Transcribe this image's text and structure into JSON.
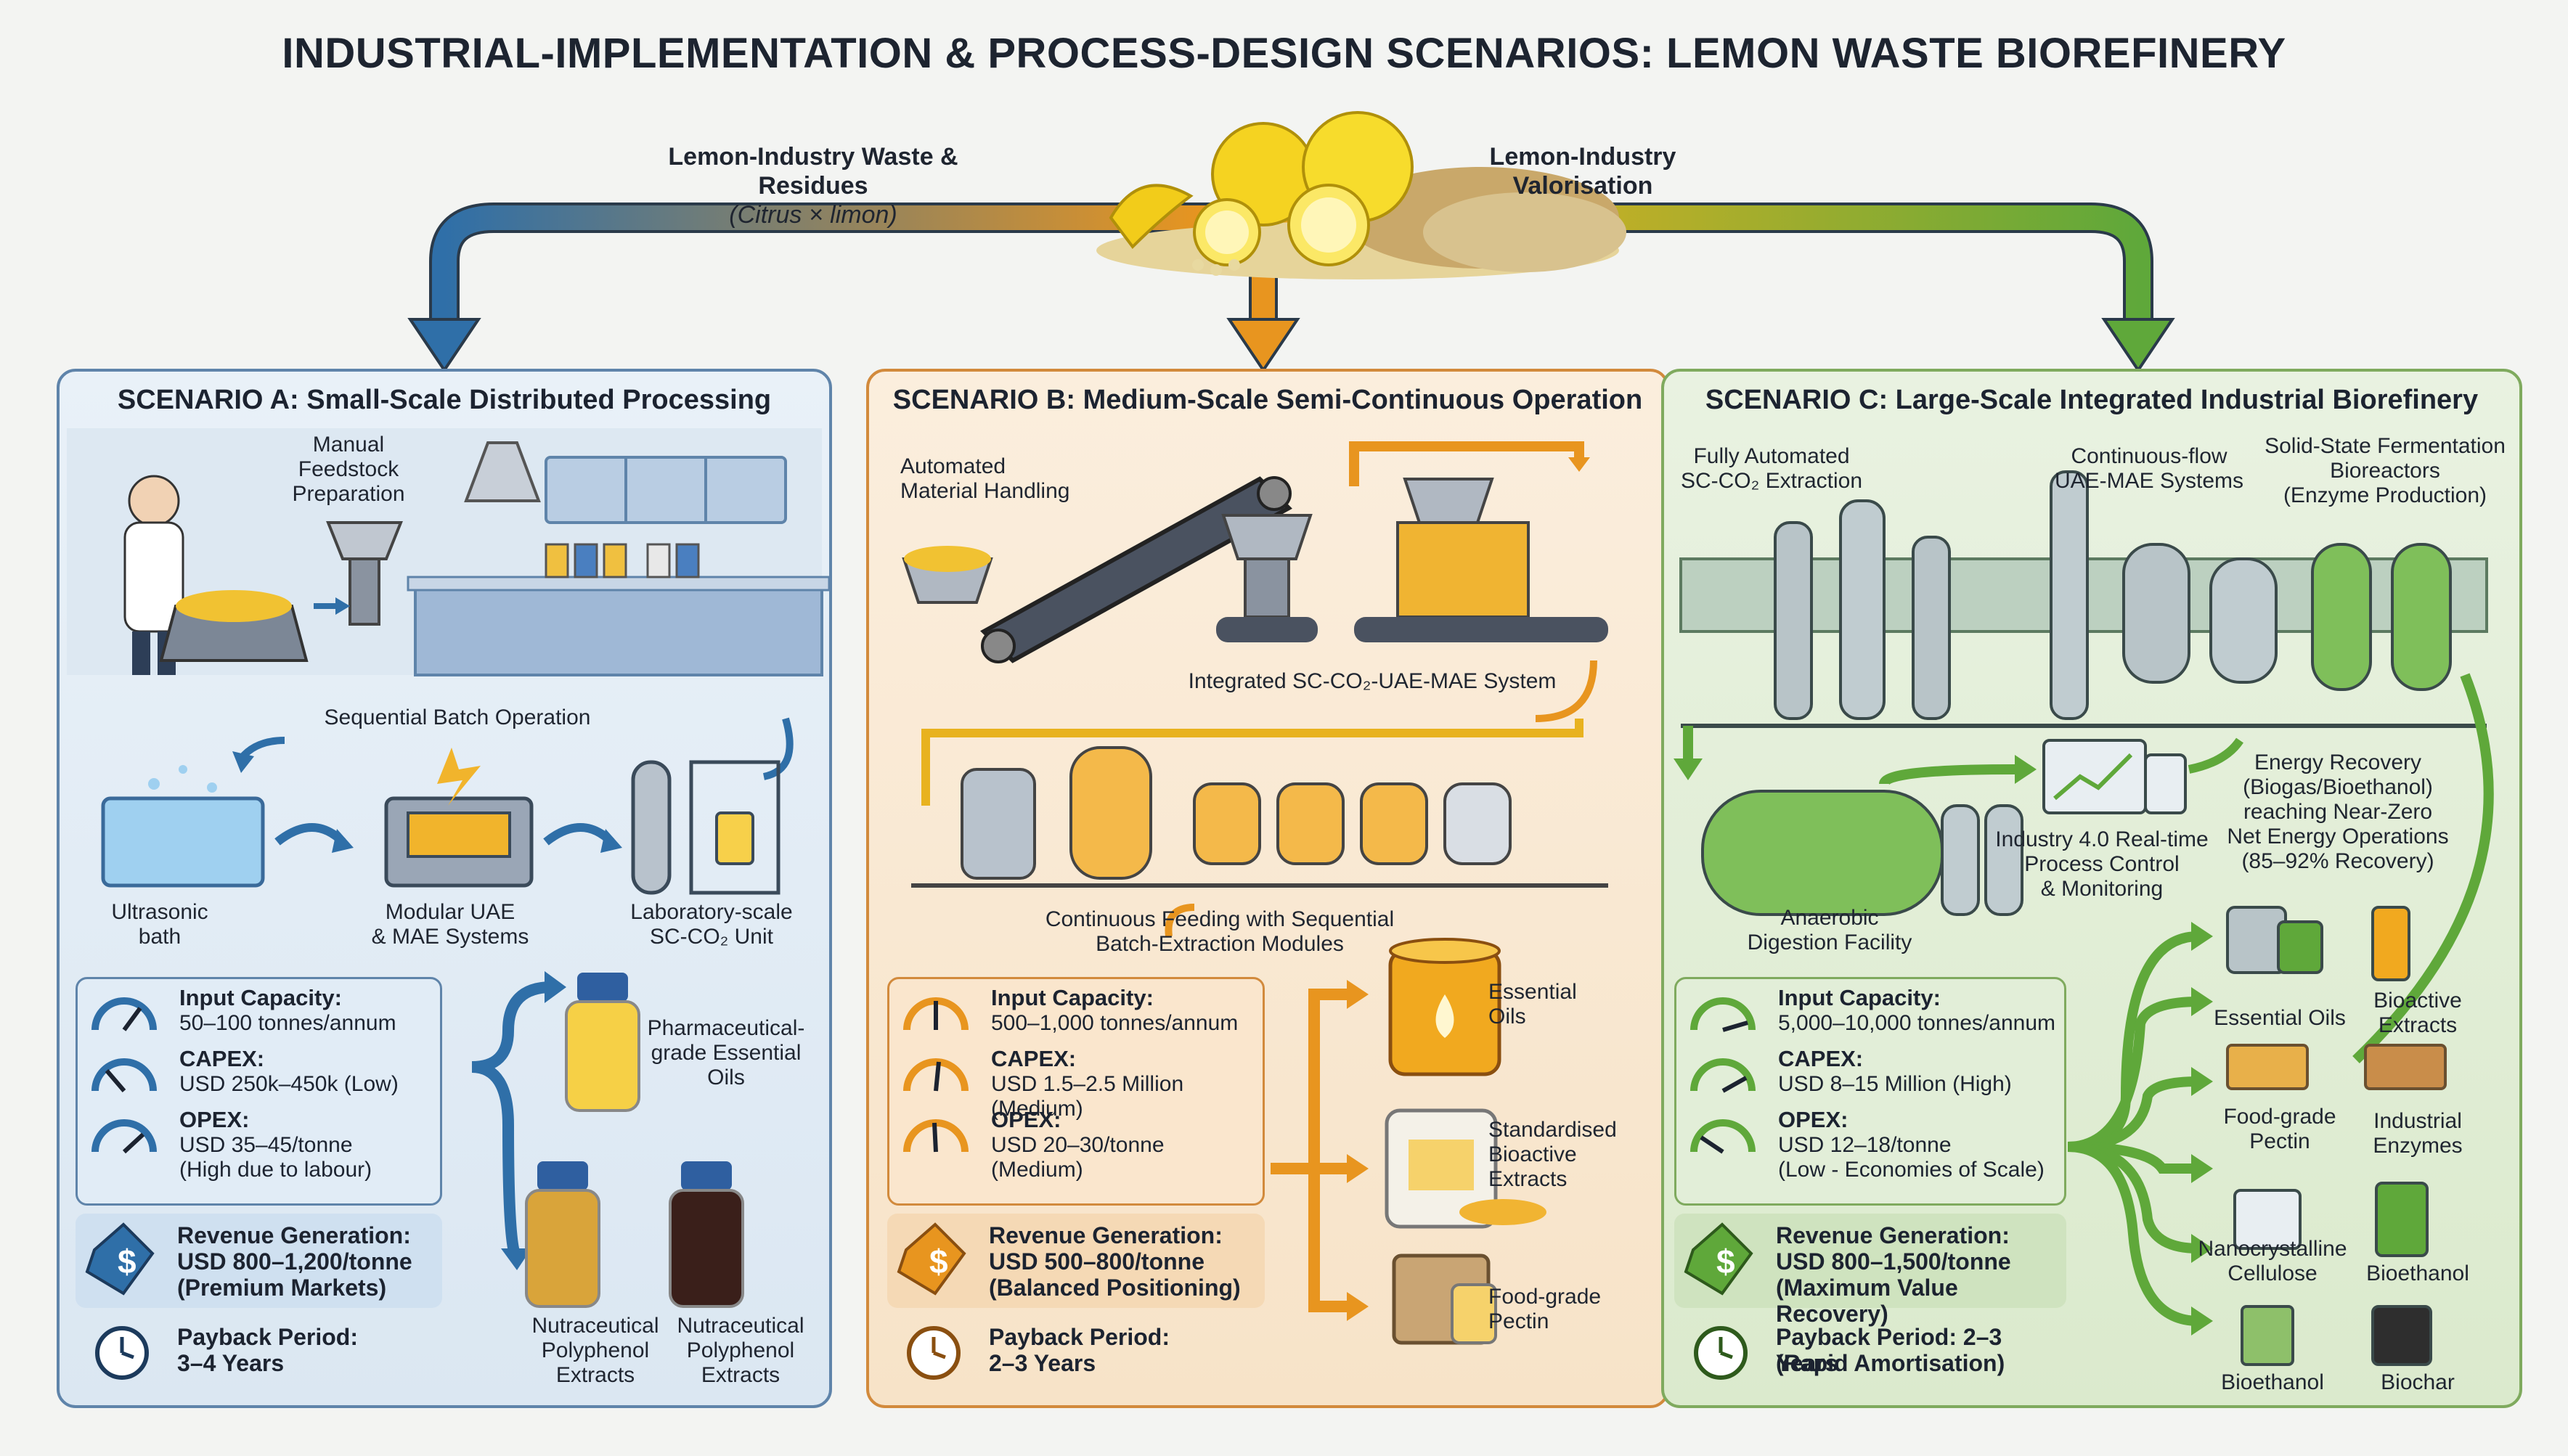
{
  "title": "INDUSTRIAL-IMPLEMENTATION & PROCESS-DESIGN SCENARIOS: LEMON WASTE BIOREFINERY",
  "source": {
    "left_label": "Lemon-Industry Waste & Residues",
    "left_sub": "(Citrus × limon)",
    "right_label_1": "Lemon-Industry",
    "right_label_2": "Valorisation"
  },
  "colors": {
    "a": "#2f6fa8",
    "b": "#e8951f",
    "c": "#5fa83a"
  },
  "scenario_a": {
    "heading": "SCENARIO A: Small-Scale Distributed Processing",
    "manual_label": [
      "Manual",
      "Feedstock",
      "Preparation"
    ],
    "sequential_label": "Sequential Batch Operation",
    "equipment": [
      {
        "label": [
          "Ultrasonic",
          "bath"
        ]
      },
      {
        "label": [
          "Modular UAE",
          "& MAE Systems"
        ]
      },
      {
        "label": [
          "Laboratory-scale",
          "SC-CO₂ Unit"
        ]
      }
    ],
    "metrics": [
      {
        "name": "Input Capacity:",
        "value": [
          "50–100 tonnes/annum"
        ]
      },
      {
        "name": "CAPEX:",
        "value": [
          "USD 250k–450k (Low)"
        ]
      },
      {
        "name": "OPEX:",
        "value": [
          "USD 35–45/tonne",
          "(High due to labour)"
        ]
      }
    ],
    "revenue": {
      "name": "Revenue Generation:",
      "value": [
        "USD 800–1,200/tonne",
        "(Premium Markets)"
      ]
    },
    "payback": {
      "name": "Payback Period:",
      "value": "3–4 Years"
    },
    "outputs": [
      {
        "label": [
          "Pharmaceutical-",
          "grade Essential",
          "Oils"
        ]
      },
      {
        "label": [
          "Nutraceutical",
          "Polyphenol",
          "Extracts"
        ]
      },
      {
        "label": [
          "Nutraceutical",
          "Polyphenol",
          "Extracts"
        ]
      }
    ]
  },
  "scenario_b": {
    "heading": "SCENARIO B: Medium-Scale Semi-Continuous Operation",
    "automated_label": [
      "Automated",
      "Material Handling"
    ],
    "integrated_label": "Integrated SC-CO₂-UAE-MAE System",
    "continuous_label": [
      "Continuous Feeding with Sequential",
      "Batch-Extraction Modules"
    ],
    "metrics": [
      {
        "name": "Input Capacity:",
        "value": [
          "500–1,000 tonnes/annum"
        ]
      },
      {
        "name": "CAPEX:",
        "value": [
          "USD 1.5–2.5 Million (Medium)"
        ]
      },
      {
        "name": "OPEX:",
        "value": [
          "USD 20–30/tonne",
          "(Medium)"
        ]
      }
    ],
    "revenue": {
      "name": "Revenue Generation:",
      "value": [
        "USD 500–800/tonne",
        "(Balanced Positioning)"
      ]
    },
    "payback": {
      "name": "Payback Period:",
      "value": "2–3 Years"
    },
    "outputs": [
      {
        "label": [
          "Essential",
          "Oils"
        ]
      },
      {
        "label": [
          "Standardised",
          "Bioactive",
          "Extracts"
        ]
      },
      {
        "label": [
          "Food-grade",
          "Pectin"
        ]
      }
    ]
  },
  "scenario_c": {
    "heading": "SCENARIO C: Large-Scale Integrated Industrial Biorefinery",
    "top_labels": [
      {
        "label": [
          "Fully Automated",
          "SC-CO₂ Extraction"
        ]
      },
      {
        "label": [
          "Continuous-flow",
          "UAE-MAE Systems"
        ]
      },
      {
        "label": [
          "Solid-State Fermentation",
          "Bioreactors",
          "(Enzyme Production)"
        ]
      }
    ],
    "anaerobic_label": [
      "Anaerobic",
      "Digestion Facility"
    ],
    "industry_label": [
      "Industry 4.0 Real-time",
      "Process Control",
      "& Monitoring"
    ],
    "energy_label": [
      "Energy Recovery",
      "(Biogas/Bioethanol)",
      "reaching Near-Zero",
      "Net Energy Operations",
      "(85–92% Recovery)"
    ],
    "metrics": [
      {
        "name": "Input Capacity:",
        "value": [
          "5,000–10,000 tonnes/annum"
        ]
      },
      {
        "name": "CAPEX:",
        "value": [
          "USD 8–15 Million (High)"
        ]
      },
      {
        "name": "OPEX:",
        "value": [
          "USD 12–18/tonne",
          "(Low - Economies of Scale)"
        ]
      }
    ],
    "revenue": {
      "name": "Revenue Generation:",
      "value": [
        "USD 800–1,500/tonne",
        "(Maximum Value Recovery)"
      ]
    },
    "payback": {
      "name": "Payback Period: 2–3 Years",
      "value": "(Rapid Amortisation)"
    },
    "outputs": [
      {
        "label": [
          "Essential Oils"
        ]
      },
      {
        "label": [
          "Bioactive",
          "Extracts"
        ]
      },
      {
        "label": [
          "Food-grade",
          "Pectin"
        ]
      },
      {
        "label": [
          "Industrial",
          "Enzymes"
        ]
      },
      {
        "label": [
          "Nanocrystalline",
          "Cellulose"
        ]
      },
      {
        "label": [
          "Bioethanol"
        ]
      },
      {
        "label": [
          "Bioethanol"
        ]
      },
      {
        "label": [
          "Biochar"
        ]
      }
    ]
  }
}
